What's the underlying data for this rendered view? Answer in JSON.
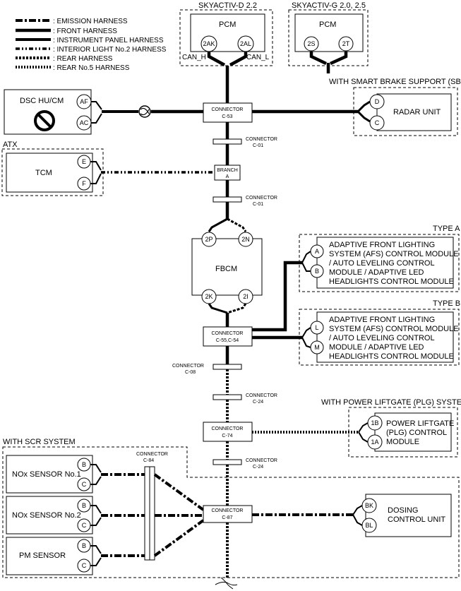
{
  "legend": [
    {
      "id": "emission",
      "label": ": EMISSION HARNESS"
    },
    {
      "id": "front",
      "label": ": FRONT HARNESS"
    },
    {
      "id": "instrument",
      "label": ": INSTRUMENT PANEL HARNESS"
    },
    {
      "id": "interior",
      "label": ": INTERIOR LIGHT No.2 HARNESS"
    },
    {
      "id": "rear",
      "label": ": REAR HARNESS"
    },
    {
      "id": "rear5",
      "label": ": REAR No.5 HARNESS"
    }
  ],
  "variants": {
    "skyactiv_d": "SKYACTIV-D 2.2",
    "skyactiv_g": "SKYACTIV-G 2.0, 2.5",
    "sbs": "WITH SMART BRAKE SUPPORT (SBS)",
    "atx": "ATX",
    "type_a": "TYPE A",
    "type_b": "TYPE B",
    "plg": "WITH POWER LIFTGATE (PLG) SYSTEM",
    "scr": "WITH SCR SYSTEM"
  },
  "modules": {
    "pcm_d": {
      "name": "PCM",
      "pins": [
        "2AK",
        "2AL"
      ],
      "can_h": "CAN_H",
      "can_l": "CAN_L"
    },
    "pcm_g": {
      "name": "PCM",
      "pins": [
        "2S",
        "2T"
      ]
    },
    "dsc": {
      "name": "DSC HU/CM",
      "pins": [
        "AF",
        "AC"
      ]
    },
    "radar": {
      "name": "RADAR UNIT",
      "pins": [
        "D",
        "C"
      ]
    },
    "tcm": {
      "name": "TCM",
      "pins": [
        "E",
        "F"
      ]
    },
    "fbcm": {
      "name": "FBCM",
      "pins_top": [
        "2P",
        "2N"
      ],
      "pins_bottom": [
        "2K",
        "2I"
      ]
    },
    "afs_a": {
      "lines": [
        "ADAPTIVE FRONT LIGHTING",
        "SYSTEM (AFS) CONTROL MODULE",
        "/ AUTO LEVELING CONTROL",
        "MODULE / ADAPTIVE LED",
        "HEADLIGHTS CONTROL MODULE"
      ],
      "pins": [
        "A",
        "B"
      ]
    },
    "afs_b": {
      "lines": [
        "ADAPTIVE FRONT LIGHTING",
        "SYSTEM (AFS) CONTROL MODULE",
        "/ AUTO LEVELING CONTROL",
        "MODULE / ADAPTIVE LED",
        "HEADLIGHTS CONTROL MODULE"
      ],
      "pins": [
        "L",
        "M"
      ]
    },
    "plg": {
      "lines": [
        "POWER LIFTGATE",
        "(PLG) CONTROL",
        "MODULE"
      ],
      "pins": [
        "1B",
        "1A"
      ]
    },
    "nox1": {
      "name": "NOx SENSOR No.1",
      "pins": [
        "B",
        "C"
      ]
    },
    "nox2": {
      "name": "NOx SENSOR No.2",
      "pins": [
        "B",
        "C"
      ]
    },
    "pm": {
      "name": "PM SENSOR",
      "pins": [
        "B",
        "C"
      ]
    },
    "dosing": {
      "lines": [
        "DOSING",
        "CONTROL UNIT"
      ],
      "pins": [
        "BK",
        "BL"
      ]
    }
  },
  "connectors": {
    "c53": {
      "line1": "CONNECTOR",
      "line2": "C-53"
    },
    "c01a": {
      "line1": "CONNECTOR",
      "line2": "C-01"
    },
    "branch": {
      "line1": "BRANCH",
      "line2": "A"
    },
    "c01b": {
      "line1": "CONNECTOR",
      "line2": "C-01"
    },
    "c55": {
      "line1": "CONNECTOR",
      "line2": "C-55,C-54"
    },
    "c08": {
      "line1": "CONNECTOR",
      "line2": "C-08"
    },
    "c24a": {
      "line1": "CONNECTOR",
      "line2": "C-24"
    },
    "c74": {
      "line1": "CONNECTOR",
      "line2": "C-74"
    },
    "c24b": {
      "line1": "CONNECTOR",
      "line2": "C-24"
    },
    "c84": {
      "line1": "CONNECTOR",
      "line2": "C-84"
    },
    "c87": {
      "line1": "CONNECTOR",
      "line2": "C-87"
    }
  }
}
